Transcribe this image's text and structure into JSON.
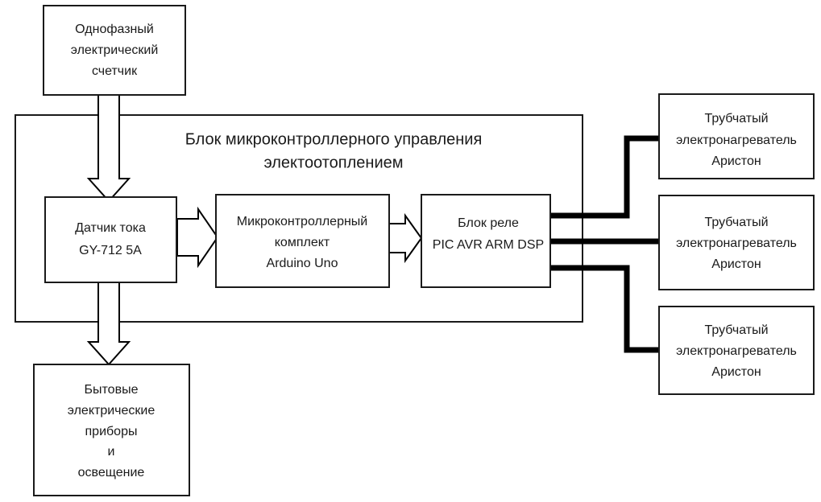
{
  "diagram": {
    "type": "block-diagram",
    "title_visible": false,
    "background": "#ffffff",
    "line_color": "#1a1a1a",
    "power_line_color": "#000000",
    "nodes": {
      "meter": {
        "name": "Однофазный электрический счетчик",
        "lines": [
          "Однофазный",
          "электрический",
          "счетчик"
        ]
      },
      "controller_container": {
        "name": "Блок микроконтроллерного управления электоотоплением",
        "lines": [
          "Блок микроконтроллерного управления",
          "электоотоплением"
        ]
      },
      "current_sensor": {
        "name": "Датчик тока GY-712 5A",
        "lines": [
          "Датчик тока",
          "GY-712 5A"
        ]
      },
      "microcontroller": {
        "name": "Микроконтроллерный комплект Arduino Uno",
        "lines": [
          "Микроконтроллерный",
          "комплект",
          "Arduino Uno"
        ]
      },
      "relay_block": {
        "name": "Блок реле PIC AVR ARM DSP",
        "lines": [
          "Блок реле",
          "PIC AVR ARM DSP"
        ]
      },
      "household_loads": {
        "name": "Бытовые электрические приборы и освещение",
        "lines": [
          "Бытовые",
          "электрические",
          "приборы",
          "и",
          "освещение"
        ]
      },
      "heater_1": {
        "name": "Трубчатый электронагреватель Аристон",
        "lines": [
          "Трубчатый",
          "электронагреватель",
          "Аристон"
        ]
      },
      "heater_2": {
        "name": "Трубчатый электронагреватель Аристон",
        "lines": [
          "Трубчатый",
          "электронагреватель",
          "Аристон"
        ]
      },
      "heater_3": {
        "name": "Трубчатый электронагреватель Аристон",
        "lines": [
          "Трубчатый",
          "электронагреватель",
          "Аристон"
        ]
      }
    },
    "connections": [
      {
        "id": "meter-to-sensor",
        "from": "meter",
        "to": "current_sensor",
        "style": "hollow-block-arrow",
        "direction": "down"
      },
      {
        "id": "sensor-to-microcontroller",
        "from": "current_sensor",
        "to": "microcontroller",
        "style": "hollow-block-arrow",
        "direction": "right"
      },
      {
        "id": "microcontroller-to-relay",
        "from": "microcontroller",
        "to": "relay_block",
        "style": "hollow-block-arrow",
        "direction": "right"
      },
      {
        "id": "sensor-to-household",
        "from": "current_sensor",
        "to": "household_loads",
        "style": "hollow-block-arrow",
        "direction": "down"
      },
      {
        "id": "relay-to-heater-1",
        "from": "relay_block",
        "to": "heater_1",
        "style": "thick-power-line"
      },
      {
        "id": "relay-to-heater-2",
        "from": "relay_block",
        "to": "heater_2",
        "style": "thick-power-line"
      },
      {
        "id": "relay-to-heater-3",
        "from": "relay_block",
        "to": "heater_3",
        "style": "thick-power-line"
      }
    ]
  }
}
